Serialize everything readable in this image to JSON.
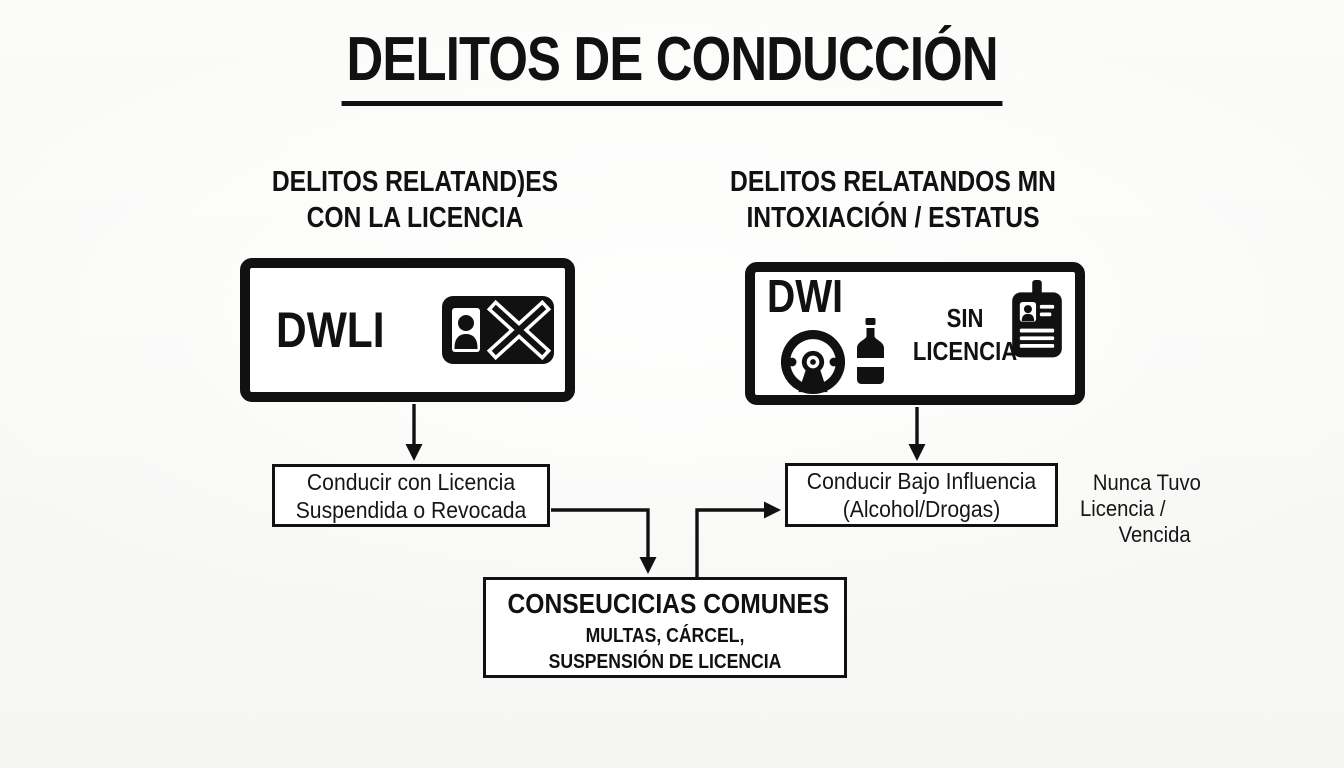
{
  "colors": {
    "ink": "#111111",
    "paper": "#fafaf8",
    "box_fill": "#ffffff"
  },
  "title": {
    "text": "DELITOS DE CONDUCCIÓN"
  },
  "left_branch": {
    "heading_line1": "DELITOS RELATAND)ES",
    "heading_line2": "CON LA LICENCIA",
    "offense_box": {
      "label": "DWLI",
      "icon": "revoked-license-x-icon"
    },
    "child_box": {
      "line1": "Conducir con Licencia",
      "line2": "Suspendida o Revocada"
    }
  },
  "right_branch": {
    "heading_line1": "DELITOS RELATANDOS MN",
    "heading_line2": "INTOXIACIÓN / ESTATUS",
    "offense_box": {
      "label": "DWI",
      "center_line1": "SIN",
      "center_line2": "LICENCIA",
      "icons": [
        "steering-wheel-icon",
        "alcohol-bottle-icon",
        "id-badge-icon"
      ]
    },
    "child_box": {
      "line1": "Conducir Bajo Influencia",
      "line2": "(Alcohol/Drogas)"
    },
    "side_note": {
      "line1": "Nunca Tuvo",
      "line2": "Licencia /",
      "line3": "Vencida"
    }
  },
  "consequences_box": {
    "title": "CONSEUCICIAS COMUNES",
    "line1": "MULTAS, CÁRCEL,",
    "line2": "SUSPENSIÓN DE LICENCIA"
  }
}
